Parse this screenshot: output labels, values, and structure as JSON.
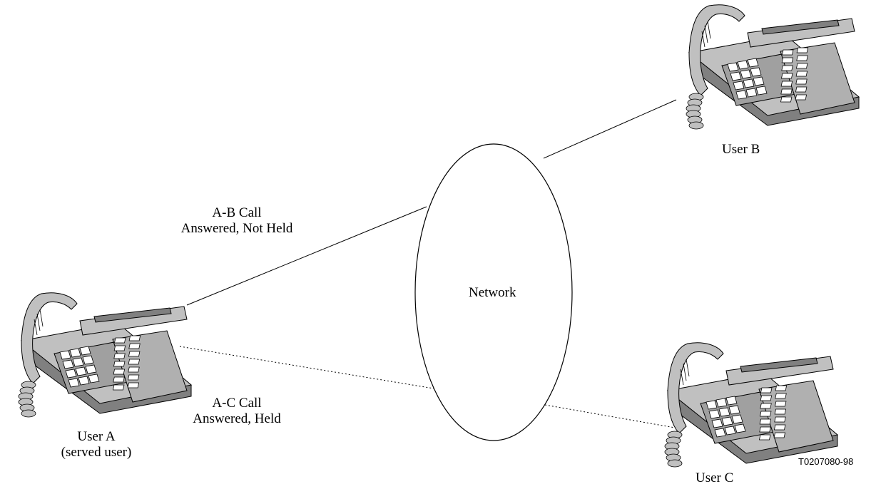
{
  "diagram": {
    "nodes": {
      "user_b": {
        "label": "User B"
      },
      "user_a": {
        "label_line1": "User A",
        "label_line2": "(served user)"
      },
      "user_c": {
        "label": "User C"
      },
      "network": {
        "label": "Network"
      }
    },
    "links": {
      "a_b": {
        "line1": "A-B Call",
        "line2": "Answered, Not Held",
        "style": "solid"
      },
      "a_c": {
        "line1": "A-C Call",
        "line2": "Answered, Held",
        "style": "dotted"
      }
    },
    "figure_ref": "T0207080-98",
    "colors": {
      "phone_body": "#c0c0c0",
      "phone_dark": "#808080",
      "phone_keys": "#ffffff",
      "line": "#000000"
    }
  }
}
